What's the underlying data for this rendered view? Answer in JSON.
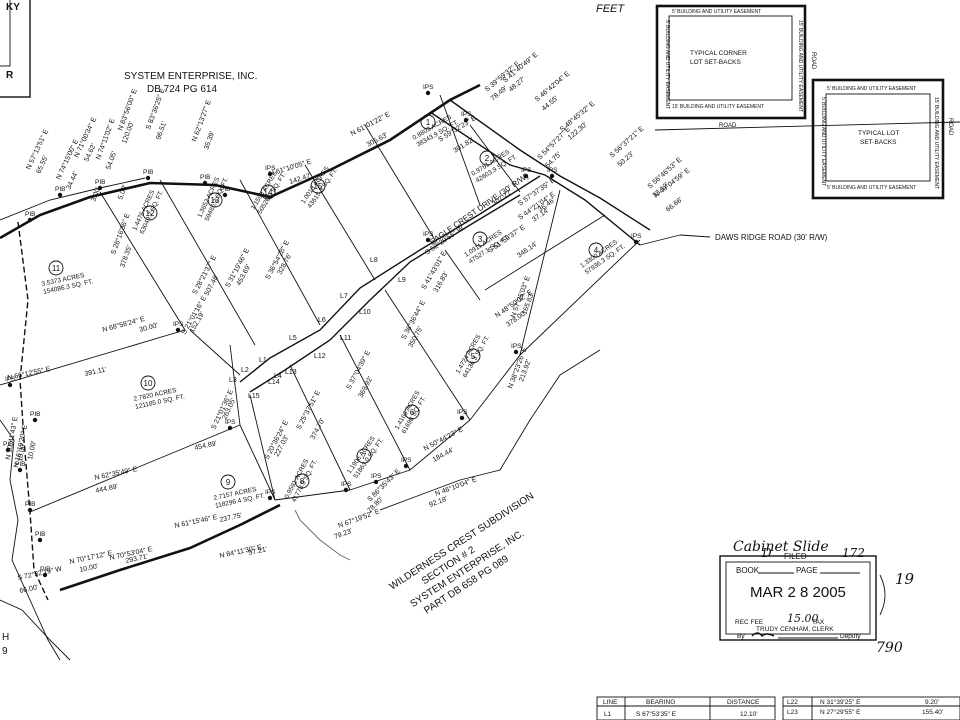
{
  "header": {
    "feet": "FEET",
    "corner_fragment": "KY",
    "owner": "SYSTEM ENTERPRISE, INC.",
    "owner_deed": "DB 724 PG 614"
  },
  "insets": [
    {
      "title_line1": "TYPICAL CORNER",
      "title_line2": "LOT SET-BACKS",
      "top_label": "5' BUILDING AND UTILITY EASEMENT",
      "bottom_label": "15' BUILDING AND UTILITY EASEMENT",
      "left_label": "5' BUILDING AND UTILITY EASEMENT",
      "right_label": "15' BUILDING AND UTILITY EASEMENT",
      "road_bottom": "ROAD",
      "road_right": "ROAD"
    },
    {
      "title_line1": "TYPICAL LOT",
      "title_line2": "SET-BACKS",
      "top_label": "5' BUILDING AND UTILITY EASEMENT",
      "bottom_label": "5' BUILDING AND UTILITY EASEMENT",
      "left_label": "5' BUILDING AND UTILITY EASEMENT",
      "right_label": "15' BUILDING AND UTILITY EASEMENT",
      "road_right": "ROAD"
    }
  ],
  "roads": {
    "daws_ridge": "DAWS RIDGE ROAD (30' R/W)",
    "eagle_crest": "EAGLE CREST DRIVE (30' R/W)"
  },
  "lots": [
    {
      "no": "1",
      "acres": "0.8803 ACRES",
      "sqft": "38343.9 SQ. FT."
    },
    {
      "no": "2",
      "acres": "0.9781 ACRES",
      "sqft": "42603.9 SQ. FT."
    },
    {
      "no": "3",
      "acres": "1.0911 ACRES",
      "sqft": "47527.1 SQ. FT."
    },
    {
      "no": "4",
      "acres": "1.3300 ACRES",
      "sqft": "57936.3 SQ. FT."
    },
    {
      "no": "5",
      "acres": "1.4724 ACRES",
      "sqft": "64136.3 SQ. FT."
    },
    {
      "no": "6",
      "acres": "1.4166 ACRES",
      "sqft": "61698 SQ. FT."
    },
    {
      "no": "7",
      "acres": "1.1906 ACRES",
      "sqft": "51863.0 SQ. FT."
    },
    {
      "no": "8",
      "acres": "0.9591 ACRES",
      "sqft": "41778.9 SQ. FT."
    },
    {
      "no": "9",
      "acres": "2.7157 ACRES",
      "sqft": "118296.4 SQ. FT."
    },
    {
      "no": "10",
      "acres": "2.7820 ACRES",
      "sqft": "121185.0 SQ. FT."
    },
    {
      "no": "11",
      "acres": "3.5373 ACRES",
      "sqft": "154086.3 SQ. FT."
    },
    {
      "no": "12",
      "acres": "1.4476 ACRES",
      "sqft": "63049.7 SQ. FT."
    },
    {
      "no": "13",
      "acres": "1.3652 ACRES",
      "sqft": "59466.3 SQ. FT."
    },
    {
      "no": "14",
      "acres": "1.1598 ACRES",
      "sqft": "50520.0 SQ. FT."
    },
    {
      "no": "15",
      "acres": "1.0013 ACRES",
      "sqft": "43615.3 SQ. FT."
    }
  ],
  "bearings": [
    "N 61°01'22\" E",
    "305.63'",
    "S 59°32'23\" E",
    "301.82'",
    "S 52°29'55\" W",
    "307.77'",
    "S 51°59'37\" E",
    "346.14'",
    "N 48°50'02\" E",
    "378.00'",
    "S 36°36'44\" E",
    "350.75'",
    "S 37°04'39\" E",
    "369.92'",
    "N 50°44'23\" E",
    "184.44'",
    "S 25°37'51\" E",
    "374.70'",
    "N 68°58'24\" E",
    "30.00'",
    "N 66°12'55\" E",
    "391.11'",
    "N 62°35'49\" E",
    "454.89'",
    "444.89'",
    "N 61°15'46\" E",
    "237.75'",
    "N 84°11'30\" E",
    "57.21'",
    "N 46°10'04\" E",
    "92.18'",
    "N 67°19'52\" E",
    "79.23'",
    "S 86°35'43\" E",
    "78.80'",
    "N 61°10'05\" E",
    "142.47'",
    "S 39°59'32\" E",
    "78.49'",
    "S 41°40'49\" E",
    "48.27'",
    "S 46°42'04\" E",
    "44.55'",
    "S 56°37'21\" E",
    "50.23'",
    "S 56°46'53\" E",
    "33.12'",
    "N 49°04'59\" E",
    "66.66'",
    "N 70°17'12\" E",
    "10.00'",
    "N 70°53'04\" E",
    "293.71'",
    "N 16°19'20\" E",
    "10.00'",
    "S 28°16'36\" E",
    "378.35'",
    "S 21°01'16\" E",
    "152.19'",
    "S 28°21'37\" E",
    "507.48'",
    "S 31°19'46\" E",
    "453.69'",
    "S 36°54'28\" E",
    "328.76'",
    "S 21°01'36\" E",
    "263.05'",
    "N 38°23'26\" E",
    "213.92'",
    "N 57°35'03\" E",
    "165.83'",
    "S 41°43'01\" E",
    "316.83'",
    "S 44°21'04\" E",
    "37.14'",
    "S 57°37'35\" E",
    "36.46'",
    "S 20°36'24\" E",
    "227.03'",
    "S 54°57'27\" E",
    "54.75'",
    "S 48°45'32\" E",
    "122.30'",
    "N 57°13'51\" E",
    "65.55'",
    "N 71°00'34\" E",
    "54.62'",
    "N 74°15'00\" E",
    "34.44'",
    "S 72°32'19\" W",
    "66.00'",
    "N 83°56'00\" E",
    "120.00'",
    "N 62°13'27\" E",
    "35.39'",
    "S 83°36'25\" E",
    "96.51'",
    "N 74°11'02\" E",
    "54.05'",
    "N 10°41'43\" E",
    "10.00'",
    "3.00'",
    "5.00'"
  ],
  "line_labels": [
    "L1",
    "L2",
    "L3",
    "L4",
    "L5",
    "L6",
    "L7",
    "L8",
    "L9",
    "L10",
    "L11",
    "L12",
    "L13",
    "L14",
    "L15"
  ],
  "point_labels": [
    "IPS",
    "IPS",
    "IPS",
    "IPS",
    "IPS",
    "IPS",
    "IPS",
    "IPS",
    "IPS",
    "IPS",
    "IPS",
    "IPS",
    "IPS",
    "IPS",
    "IPS",
    "IPS",
    "PIB",
    "PIB",
    "PIB",
    "PIB",
    "PIB",
    "PIB",
    "PIB",
    "PIB",
    "PIB",
    "PIB",
    "PIB",
    "PIB"
  ],
  "subdivision": {
    "line1": "WILDERNESS CREST SUBDIVISION",
    "line2": "SECTION # 2",
    "line3": "SYSTEM ENTERPRISE, INC.",
    "line4": "PART DB 658 PG 089"
  },
  "stamp": {
    "hand_title": "Cabinet Slide",
    "hand_slide_no": "172",
    "hand_d": "D",
    "filed": "FILED",
    "book": "BOOK",
    "page": "PAGE",
    "date": "MAR 2 8 2005",
    "rec_fee": "REC FEE",
    "rec_fee_hand": "15.00",
    "tax": "TAX",
    "clerk": "TRUDY CENHAM, CLERK",
    "by": "By",
    "deputy": "Deputy",
    "margin_no_1": "19",
    "margin_no_2": "790"
  },
  "left_edge": {
    "fragment_h": "H",
    "fragment_9": "9"
  },
  "line_table": {
    "headers": [
      "LINE",
      "BEARING",
      "DISTANCE"
    ],
    "rows": [
      [
        "L1",
        "S 67°53'35\" E",
        "12.10'"
      ],
      [
        "L22",
        "N 31°39'25\" E",
        "9.20'"
      ],
      [
        "L23",
        "N 27°29'55\" E",
        "155.40'"
      ]
    ]
  }
}
